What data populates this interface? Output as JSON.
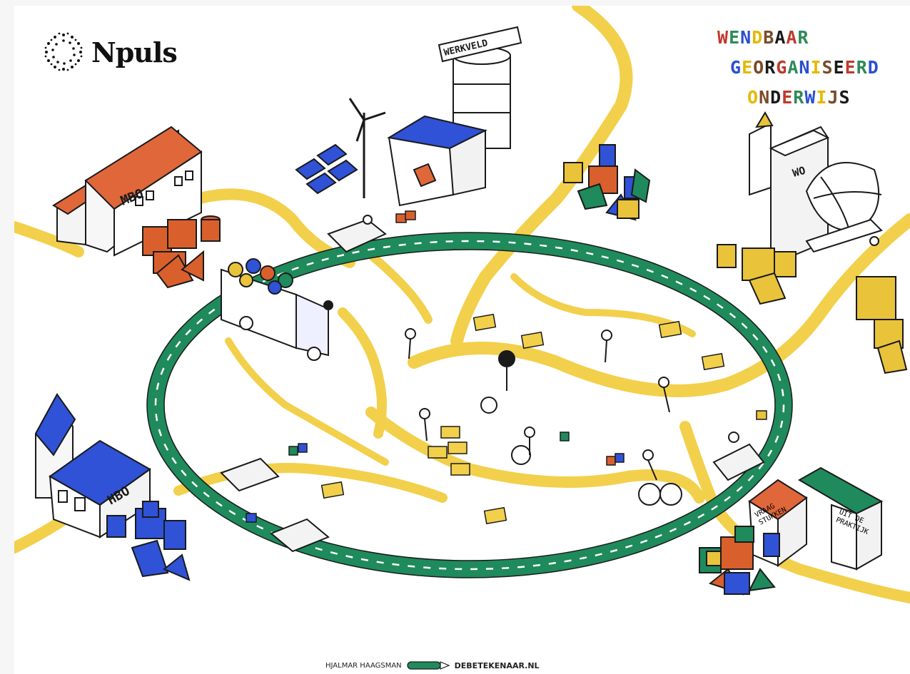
{
  "brand": {
    "name": "Npuls"
  },
  "title": {
    "line1": "WENDBAAR",
    "line2": "GEORGANISEERD",
    "line3": "ONDERWIJS",
    "letter_colors": [
      "#c0392b",
      "#2e8b57",
      "#2b4fcf",
      "#e6b800",
      "#7a4a2a",
      "#1a1a1a"
    ]
  },
  "buildings": {
    "mbo": "MBO",
    "hbo": "HBO",
    "wo": "WO",
    "werkveld": "WERKVELD",
    "vraagstukken": "VRAAG STUKKEN",
    "uit_de_praktijk": "UIT DE PRAKTIJK"
  },
  "credit": {
    "artist": "HJALMAR HAAGSMAN",
    "site": "DEBETEKENAAR.NL"
  },
  "colors": {
    "ring_road": "#1f8a5b",
    "paths": "#f2d04b",
    "mbo_blocks": "#d9602c",
    "hbo_blocks": "#2f52d6",
    "wo_blocks": "#e9c33a",
    "roof_orange": "#e0673a",
    "roof_blue": "#2f52d6"
  }
}
